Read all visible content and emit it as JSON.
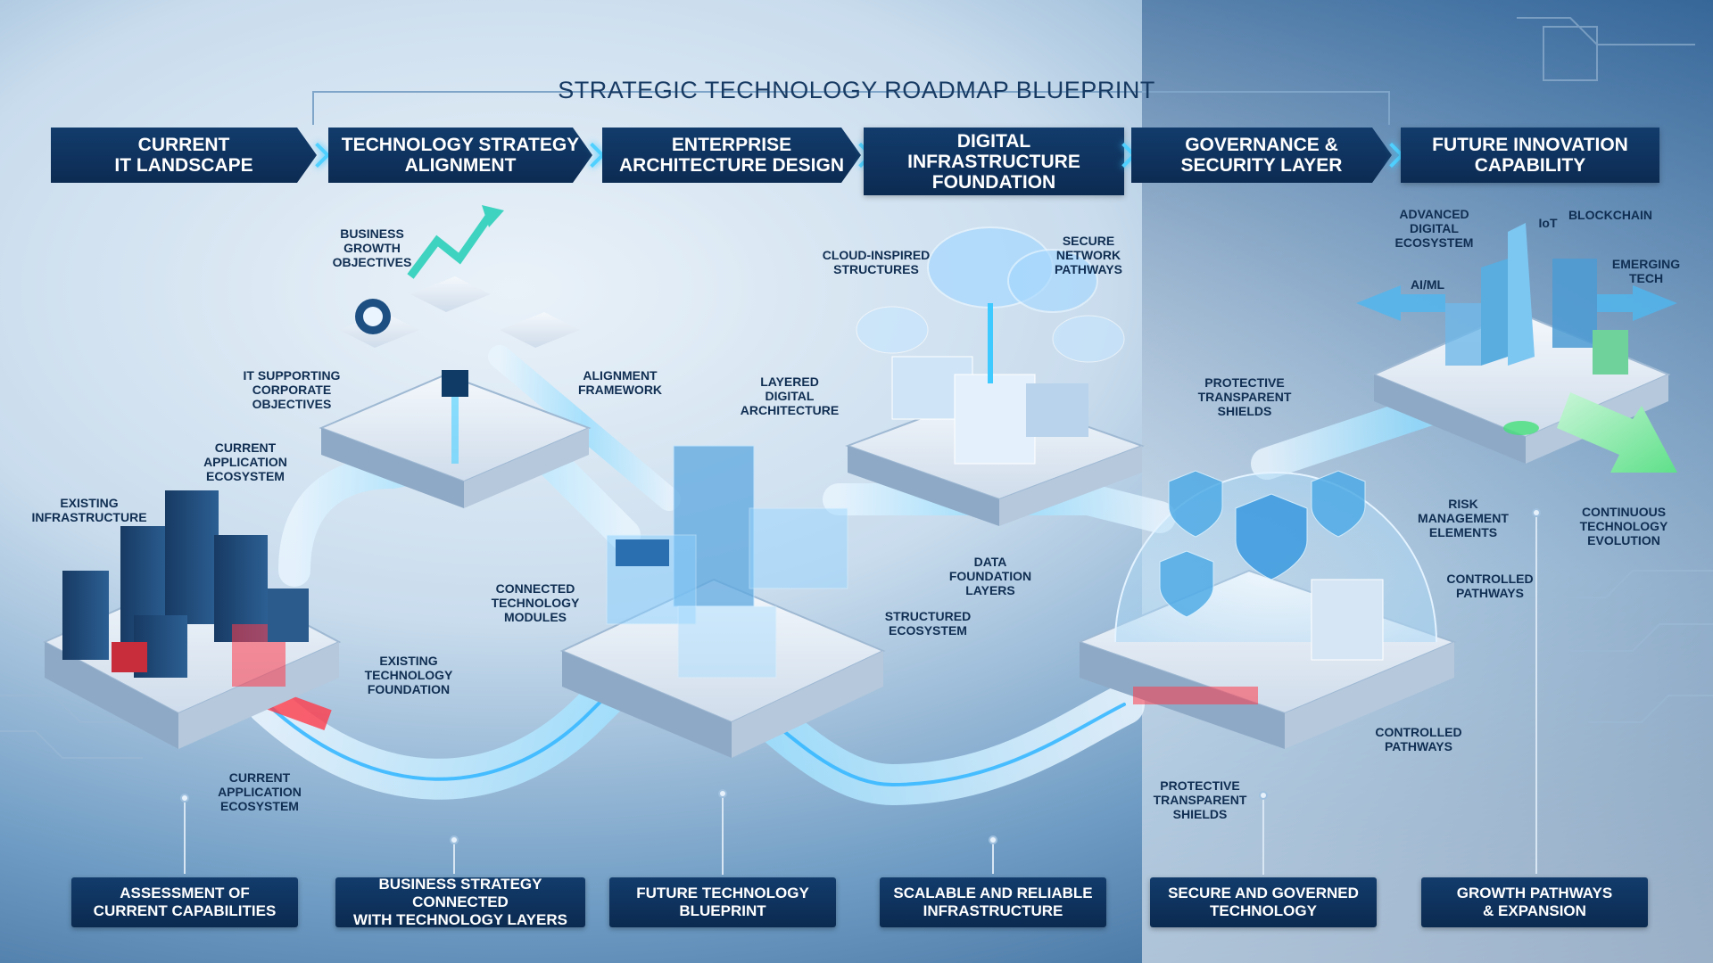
{
  "title": "STRATEGIC TECHNOLOGY ROADMAP BLUEPRINT",
  "stages": [
    {
      "label_l1": "CURRENT",
      "label_l2": "IT LANDSCAPE"
    },
    {
      "label_l1": "TECHNOLOGY STRATEGY",
      "label_l2": "ALIGNMENT"
    },
    {
      "label_l1": "ENTERPRISE",
      "label_l2": "ARCHITECTURE DESIGN"
    },
    {
      "label_l1": "DIGITAL",
      "label_l2": "INFRASTRUCTURE",
      "label_l3": "FOUNDATION"
    },
    {
      "label_l1": "GOVERNANCE &",
      "label_l2": "SECURITY LAYER"
    },
    {
      "label_l1": "FUTURE INNOVATION",
      "label_l2": "CAPABILITY"
    }
  ],
  "bottom": [
    {
      "l1": "ASSESSMENT OF",
      "l2": "CURRENT CAPABILITIES"
    },
    {
      "l1": "BUSINESS STRATEGY CONNECTED",
      "l2": "WITH TECHNOLOGY LAYERS"
    },
    {
      "l1": "FUTURE TECHNOLOGY",
      "l2": "BLUEPRINT"
    },
    {
      "l1": "SCALABLE AND RELIABLE",
      "l2": "INFRASTRUCTURE"
    },
    {
      "l1": "SECURE AND GOVERNED",
      "l2": "TECHNOLOGY"
    },
    {
      "l1": "GROWTH PATHWAYS",
      "l2": "& EXPANSION"
    }
  ],
  "labels": {
    "business_growth": [
      "BUSINESS",
      "GROWTH",
      "OBJECTIVES"
    ],
    "it_supporting": [
      "IT SUPPORTING",
      "CORPORATE",
      "OBJECTIVES"
    ],
    "alignment_framework": [
      "ALIGNMENT",
      "FRAMEWORK"
    ],
    "current_app_top": [
      "CURRENT",
      "APPLICATION",
      "ECOSYSTEM"
    ],
    "existing_infra": [
      "EXISTING",
      "INFRASTRUCTURE"
    ],
    "existing_tech_foundation": [
      "EXISTING",
      "TECHNOLOGY",
      "FOUNDATION"
    ],
    "current_app_bottom": [
      "CURRENT",
      "APPLICATION",
      "ECOSYSTEM"
    ],
    "layered_digital": [
      "LAYERED",
      "DIGITAL",
      "ARCHITECTURE"
    ],
    "connected_modules": [
      "CONNECTED",
      "TECHNOLOGY",
      "MODULES"
    ],
    "structured_ecosystem": [
      "STRUCTURED",
      "ECOSYSTEM"
    ],
    "cloud_inspired": [
      "CLOUD-INSPIRED",
      "STRUCTURES"
    ],
    "secure_network": [
      "SECURE",
      "NETWORK",
      "PATHWAYS"
    ],
    "data_foundation": [
      "DATA",
      "FOUNDATION",
      "LAYERS"
    ],
    "protective_top": [
      "PROTECTIVE",
      "TRANSPARENT",
      "SHIELDS"
    ],
    "risk_management": [
      "RISK",
      "MANAGEMENT",
      "ELEMENTS"
    ],
    "controlled_top": [
      "CONTROLLED",
      "PATHWAYS"
    ],
    "controlled_bottom": [
      "CONTROLLED",
      "PATHWAYS"
    ],
    "protective_bottom": [
      "PROTECTIVE",
      "TRANSPARENT",
      "SHIELDS"
    ],
    "advanced_ecosystem": [
      "ADVANCED",
      "DIGITAL",
      "ECOSYSTEM"
    ],
    "iot": [
      "IoT"
    ],
    "blockchain": [
      "BLOCKCHAIN"
    ],
    "ai_ml": [
      "AI/ML"
    ],
    "emerging_tech": [
      "EMERGING",
      "TECH"
    ],
    "continuous_evolution": [
      "CONTINUOUS",
      "TECHNOLOGY",
      "EVOLUTION"
    ]
  },
  "colors": {
    "navy": "#0c2b52",
    "glow": "#4fd0ff",
    "alert_red": "#ff3b4a",
    "growth_green": "#5fe08a"
  }
}
